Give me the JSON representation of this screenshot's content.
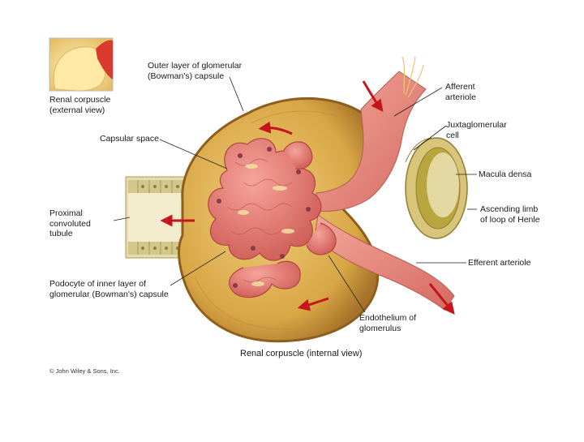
{
  "labels": {
    "inset": "Renal corpuscle\n(external view)",
    "outer_layer": "Outer layer of glomerular\n(Bowman's) capsule",
    "capsular_space": "Capsular space",
    "proximal_tubule": "Proximal\nconvoluted\ntubule",
    "podocyte": "Podocyte of inner layer of\nglomerular (Bowman's) capsule",
    "afferent": "Afferent\narteriole",
    "juxtaglomerular": "Juxtaglomerular\ncell",
    "macula_densa": "Macula densa",
    "ascending_limb": "Ascending limb\nof loop of Henle",
    "efferent": "Efferent arteriole",
    "endothelium": "Endothelium of\nglomerulus"
  },
  "caption": "Renal corpuscle (internal view)",
  "copyright": "© John Wiley & Sons, Inc.",
  "colors": {
    "capsule_fill": "#d7a63f",
    "capsule_edge": "#9a6a20",
    "vessel": "#e88a7f",
    "vessel_dark": "#b94b45",
    "glomerulus": "#e77b73",
    "arrow": "#c4161c",
    "tubule": "#d9c77c",
    "macula": "#b9a53e"
  }
}
